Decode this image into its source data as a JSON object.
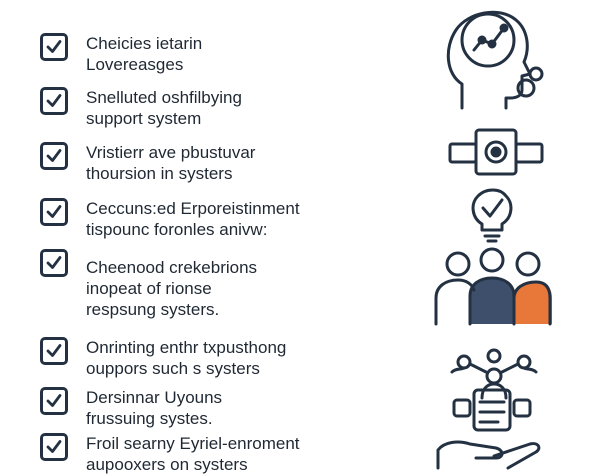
{
  "checklist": [
    {
      "lines": [
        "Cheicies ietarin",
        "Lovereasges"
      ],
      "checked": true
    },
    {
      "lines": [
        "Snelluted oshfilbying",
        "support system"
      ],
      "checked": true
    },
    {
      "lines": [
        "Vristierr ave pbustuvar",
        "thoursion in systers"
      ],
      "checked": true
    },
    {
      "lines": [
        "Ceccuns:ed Erporeistinment",
        "tispounc foronles anivw:"
      ],
      "checked": true
    },
    {
      "lines": [
        "Cheenood crekebrions",
        "inopeat of rionse",
        "respsung systers."
      ],
      "checked": true
    },
    {
      "lines": [
        "Onrinting enthr txpusthong",
        "ouppors such s systers"
      ],
      "checked": true
    },
    {
      "lines": [
        "Dersinnar Uyouns",
        "frussuing systes."
      ],
      "checked": true
    },
    {
      "lines": [
        "Froil searny Eyriel-enroment",
        "aupooxers on systers"
      ],
      "checked": true
    }
  ],
  "icons": [
    "head-analytics-icon",
    "gear-device-icon",
    "lightbulb-check-icon",
    "team-people-icon",
    "network-people-icon",
    "hand-support-icon"
  ],
  "colors": {
    "ink": "#233142",
    "accent_orange": "#e8773a",
    "accent_navy": "#3d4f6b"
  }
}
